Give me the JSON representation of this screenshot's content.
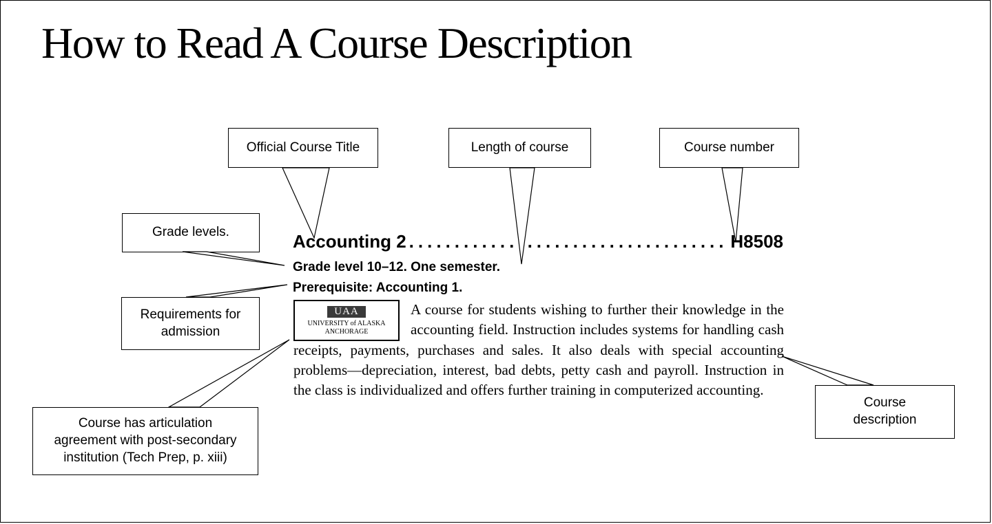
{
  "page": {
    "title": "How to Read A Course Description"
  },
  "callouts": {
    "official_title": "Official Course Title",
    "length": "Length of course",
    "number": "Course number",
    "grade_levels": "Grade levels.",
    "requirements": [
      "Requirements for",
      "admission"
    ],
    "articulation": [
      "Course has articulation",
      "agreement with post-secondary",
      "institution (Tech Prep, p. xiii)"
    ],
    "description": [
      "Course",
      "description"
    ]
  },
  "sample_course": {
    "title": "Accounting 2",
    "leader": "........................................",
    "number": "H8508",
    "grade_line": "Grade level 10–12. One semester.",
    "prerequisite": "Prerequisite: Accounting 1.",
    "logo": {
      "mark": "UAA",
      "university": "UNIVERSITY of ALASKA",
      "campus": "ANCHORAGE"
    },
    "description": "A course for students wishing to further their knowledge in the accounting field. Instruction includes systems for handling cash receipts, payments, purchases and sales. It also deals with special accounting problems—depreciation, interest, bad debts, petty cash and payroll. Instruction in the class is individualized and offers further training in computerized accounting."
  }
}
